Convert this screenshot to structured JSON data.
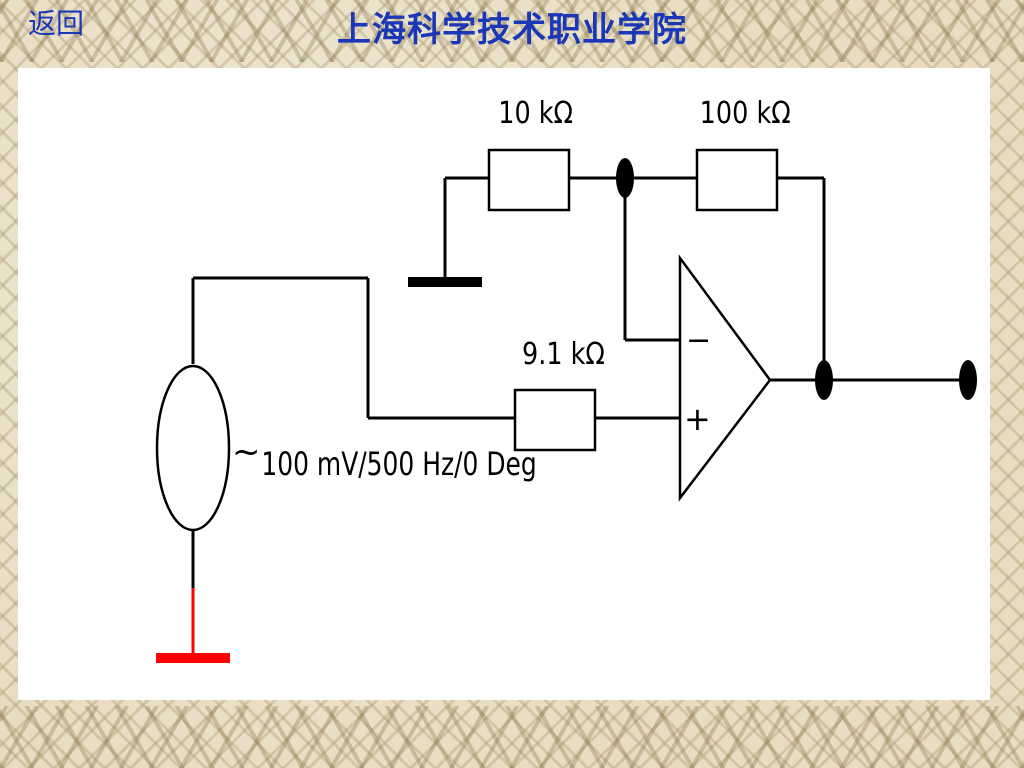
{
  "header": {
    "back_label": "返回",
    "title": "上海科学技术职业学院"
  },
  "colors": {
    "title_blue": "#1a37b8",
    "wire": "#000000",
    "ground_red": "#ff0000",
    "panel": "#ffffff"
  },
  "circuit": {
    "r1_label": "10 kΩ",
    "r2_label": "100 kΩ",
    "r3_label": "9.1 kΩ",
    "source_label": "100 mV/500 Hz/0 Deg",
    "source_symbol": "~",
    "inverting_sign": "−",
    "noninverting_sign": "+"
  }
}
